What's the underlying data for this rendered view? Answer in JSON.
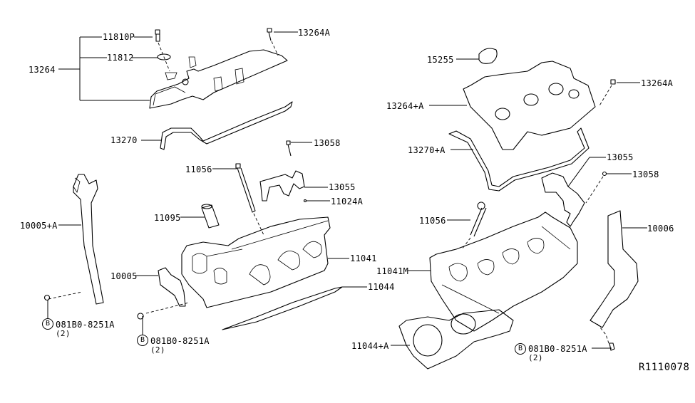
{
  "diagram": {
    "title": "Cylinder Head & Rocker Cover",
    "reference_code": "R1110078",
    "callouts": {
      "c13264": "13264",
      "c11810P": "11810P",
      "c11812": "11812",
      "c13264A_left": "13264A",
      "c13270": "13270",
      "c13058_left": "13058",
      "c11056_left": "11056",
      "c13055_left": "13055",
      "c11024A": "11024A",
      "c11095": "11095",
      "c10005A": "10005+A",
      "c10005": "10005",
      "c11041": "11041",
      "c11044": "11044",
      "c15255": "15255",
      "c13264_plus_A": "13264+A",
      "c13264A_right": "13264A",
      "c13270_plus_A": "13270+A",
      "c13055_right": "13055",
      "c13058_right": "13058",
      "c11056_right": "11056",
      "c10006": "10006",
      "c11041M": "11041M",
      "c11044_plus_A": "11044+A"
    },
    "bolts": [
      {
        "symbol": "B",
        "part": "081B0-8251A",
        "qty": "(2)"
      },
      {
        "symbol": "B",
        "part": "081B0-8251A",
        "qty": "(2)"
      },
      {
        "symbol": "B",
        "part": "081B0-8251A",
        "qty": "(2)"
      }
    ]
  }
}
